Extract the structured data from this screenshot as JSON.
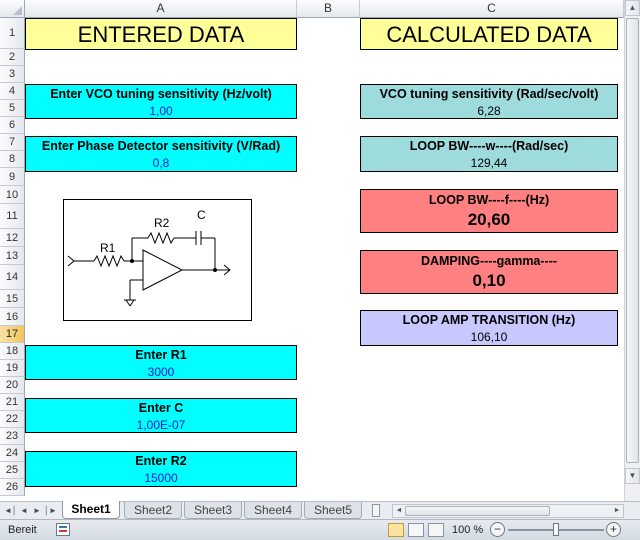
{
  "columns": [
    "A",
    "B",
    "C"
  ],
  "rows": [
    "1",
    "2",
    "3",
    "4",
    "5",
    "6",
    "7",
    "8",
    "9",
    "10",
    "11",
    "12",
    "13",
    "14",
    "15",
    "16",
    "17",
    "18",
    "19",
    "20",
    "21",
    "22",
    "23",
    "24",
    "25",
    "26"
  ],
  "selected_row": "17",
  "entered": {
    "title": "ENTERED DATA",
    "vco_label": "Enter VCO tuning sensitivity (Hz/volt)",
    "vco_value": "1,00",
    "pd_label": "Enter Phase Detector sensitivity (V/Rad)",
    "pd_value": "0,8",
    "r1_label": "Enter R1",
    "r1_value": "3000",
    "c_label": "Enter C",
    "c_value": "1,00E-07",
    "r2_label": "Enter R2",
    "r2_value": "15000"
  },
  "circuit": {
    "r1": "R1",
    "r2": "R2",
    "c": "C"
  },
  "calculated": {
    "title": "CALCULATED DATA",
    "vco_rad_label": "VCO tuning sensitivity (Rad/sec/volt)",
    "vco_rad_value": "6,28",
    "loop_bw_w_label": "LOOP BW----w----(Rad/sec)",
    "loop_bw_w_value": "129,44",
    "loop_bw_f_label": "LOOP BW----f----(Hz)",
    "loop_bw_f_value": "20,60",
    "damping_label": "DAMPING----gamma----",
    "damping_value": "0,10",
    "loop_amp_label": "LOOP AMP TRANSITION (Hz)",
    "loop_amp_value": "106,10"
  },
  "sheets": [
    "Sheet1",
    "Sheet2",
    "Sheet3",
    "Sheet4",
    "Sheet5"
  ],
  "active_sheet": "Sheet1",
  "status": {
    "ready": "Bereit",
    "zoom": "100 %",
    "zoom_level_percent": 100
  },
  "colors": {
    "cyan": "#00ffff",
    "teal": "#9ddbdc",
    "salmon": "#ff8080",
    "lavender": "#c8c8ff",
    "yellow": "#ffff99"
  }
}
